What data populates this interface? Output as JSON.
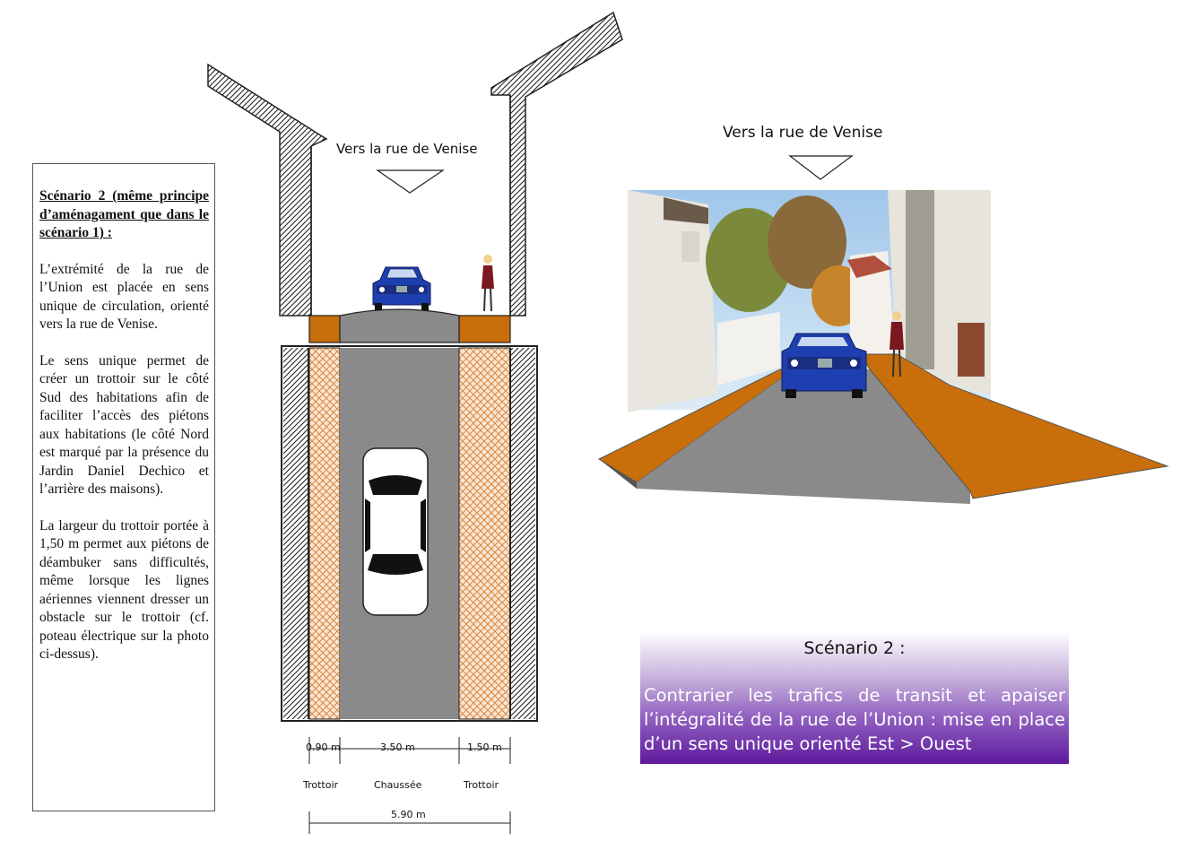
{
  "textbox": {
    "title": "Scénario 2 (même principe d’aménagament que dans le scénario 1) :",
    "paragraphs": [
      "L’extrémité de la rue de l’Union est placée en sens unique de circulation, orienté vers la rue de Venise.",
      "Le sens unique permet de créer un trottoir sur le côté Sud des habitations afin de faciliter l’accès des piétons aux habitations (le côté Nord est marqué par la présence du Jardin Daniel Dechico et l’arrière des maisons).",
      "La largeur du trottoir portée à 1,50 m permet aux piétons de déambuker sans difficultés, même lorsque les lignes aériennes viennent dresser un obstacle sur le trottoir (cf. poteau électrique sur la photo ci-dessus)."
    ]
  },
  "plan": {
    "direction_label": "Vers la rue de Venise",
    "dimensions": {
      "left_sidewalk": "0.90 m",
      "roadway": "3.50 m",
      "right_sidewalk": "1.50 m",
      "total": "5.90 m"
    },
    "zones": {
      "left": "Trottoir",
      "center": "Chaussée",
      "right": "Trottoir"
    }
  },
  "photo": {
    "direction_label": "Vers la rue de Venise"
  },
  "scenario_box": {
    "title": "Scénario 2 :",
    "body": "Contrarier les trafics de transit et apaiser l’intégralité de la rue de l’Union : mise en place d’un sens unique orienté Est > Ouest"
  },
  "colors": {
    "sidewalk": "#c86e0a",
    "road": "#8a8a8a",
    "car_blue": "#1e3fb0",
    "scenario_purple": "#5e1a9c"
  }
}
